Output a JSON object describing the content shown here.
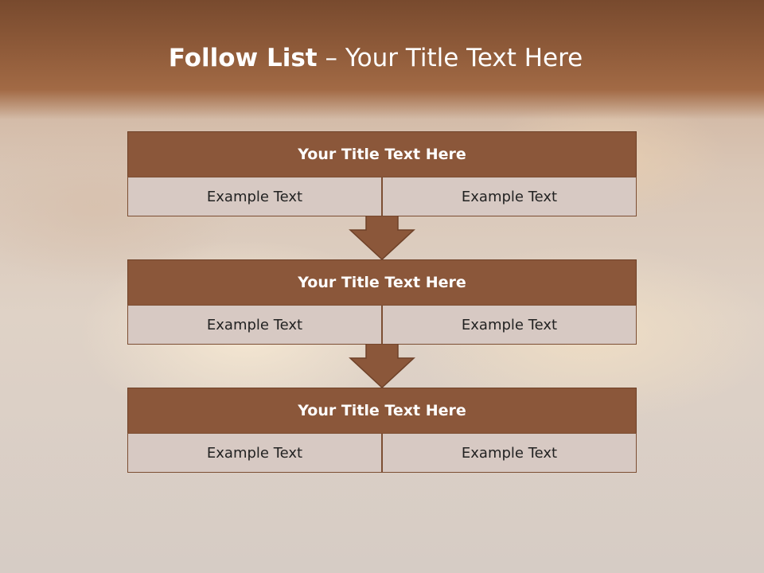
{
  "slide": {
    "title_bold": "Follow List",
    "title_rest": " – Your Title Text Here"
  },
  "blocks": [
    {
      "title": "Your Title Text Here",
      "left_text": "Example Text",
      "right_text": "Example Text"
    },
    {
      "title": "Your Title Text Here",
      "left_text": "Example Text",
      "right_text": "Example Text"
    },
    {
      "title": "Your Title Text Here",
      "left_text": "Example Text",
      "right_text": "Example Text"
    }
  ],
  "colors": {
    "header_band": "#8e5a39",
    "block_title_fill": "#8b573a",
    "cell_fill": "#d7c9c3",
    "arrow_fill": "#8b573a"
  },
  "icons": [
    "down-arrow-icon"
  ]
}
